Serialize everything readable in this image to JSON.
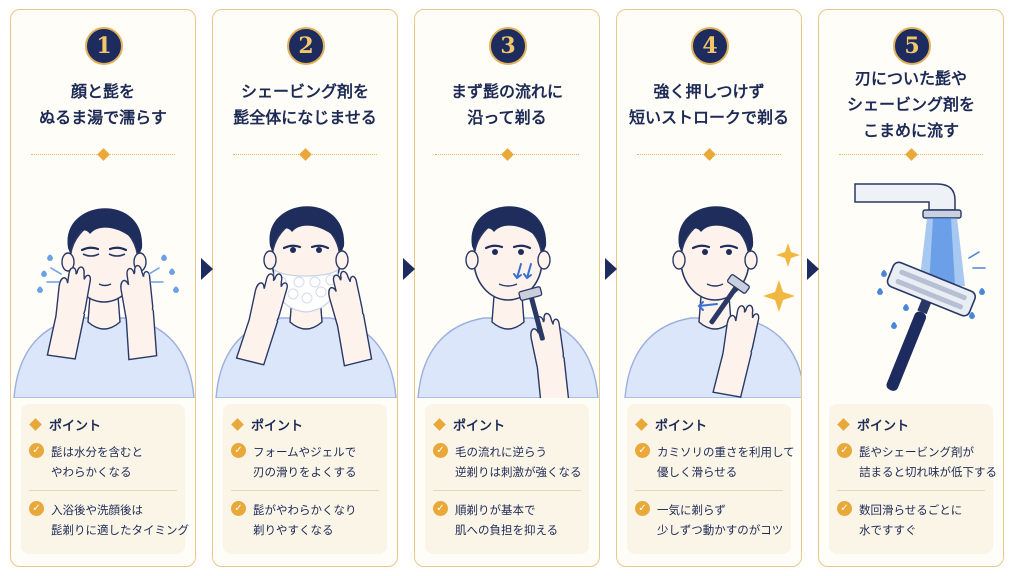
{
  "colors": {
    "navy": "#1d2b5e",
    "gold": "#e8a93a",
    "card_border": "#e8c98a",
    "panel_bg": "#fbf5e8",
    "water": "#4a86d8"
  },
  "steps": [
    {
      "number": "1",
      "title": [
        "顔と髭を",
        "ぬるま湯で濡らす"
      ],
      "point_label": "ポイント",
      "points": [
        [
          "髭は水分を含むと",
          "やわらかくなる"
        ],
        [
          "入浴後や洗顔後は",
          "髭剃りに適したタイミング"
        ]
      ],
      "illustration": "man-wetting-face"
    },
    {
      "number": "2",
      "title": [
        "シェービング剤を",
        "髭全体になじませる"
      ],
      "point_label": "ポイント",
      "points": [
        [
          "フォームやジェルで",
          "刃の滑りをよくする"
        ],
        [
          "髭がやわらかくなり",
          "剃りやすくなる"
        ]
      ],
      "illustration": "man-applying-foam"
    },
    {
      "number": "3",
      "title": [
        "まず髭の流れに",
        "沿って剃る"
      ],
      "point_label": "ポイント",
      "points": [
        [
          "毛の流れに逆らう",
          "逆剃りは刺激が強くなる"
        ],
        [
          "順剃りが基本で",
          "肌への負担を抑える"
        ]
      ],
      "illustration": "man-shaving-downward"
    },
    {
      "number": "4",
      "title": [
        "強く押しつけず",
        "短いストロークで剃る"
      ],
      "point_label": "ポイント",
      "points": [
        [
          "カミソリの重さを利用して",
          "優しく滑らせる"
        ],
        [
          "一気に剃らず",
          "少しずつ動かすのがコツ"
        ]
      ],
      "illustration": "man-short-strokes"
    },
    {
      "number": "5",
      "title": [
        "刃についた髭や",
        "シェービング剤を",
        "こまめに流す"
      ],
      "point_label": "ポイント",
      "points": [
        [
          "髭やシェービング剤が",
          "詰まると切れ味が低下する"
        ],
        [
          "数回滑らせるごとに",
          "水ですすぐ"
        ]
      ],
      "illustration": "razor-rinsed-under-faucet"
    }
  ]
}
